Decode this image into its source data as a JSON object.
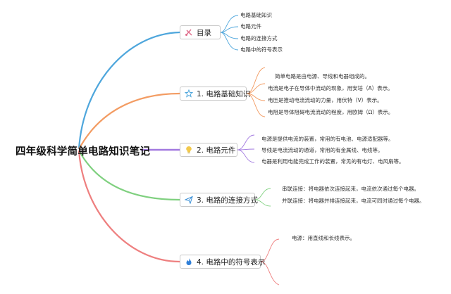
{
  "root": {
    "title": "四年级科学简单电路知识笔记"
  },
  "branches": [
    {
      "label": "目录",
      "icon": "scissors-icon",
      "color": "#4ea6dc",
      "items": [
        "电路基础知识",
        "电路元件",
        "电路的连接方式",
        "电路中的符号表示"
      ]
    },
    {
      "label": "1. 电路基础知识",
      "icon": "star-icon",
      "color": "#f39c63",
      "items": [
        "简单电路是由电源、导线和电器组成的。",
        "电流是电子在导体中流动的现象，用安培（A）表示。",
        "电压是推动电流流动的力量，用伏特（V）表示。",
        "电阻是导体阻碍电流流动的程度，用欧姆（Ω）表示。"
      ]
    },
    {
      "label": "2. 电路元件",
      "icon": "lightbulb-icon",
      "color": "#a279e0",
      "items": [
        "电源是提供电流的装置，常用的有电池、电源适配器等。",
        "导线是电流流动的通道，常用的有金属线、电线等。",
        "电器是利用电能完成工作的装置，常见的有电灯、电风扇等。"
      ]
    },
    {
      "label": "3. 电路的连接方式",
      "icon": "paper-plane-icon",
      "color": "#7fd07f",
      "items": [
        "串联连接：将电器依次连接起来，电流依次通过每个电器。",
        "并联连接：将电器并排连接起来，电流可同时通过每个电器。"
      ]
    },
    {
      "label": "4. 电路中的符号表示",
      "icon": "flame-icon",
      "color": "#ee7f7f",
      "items": [
        "电源：用直线和长线表示。"
      ]
    }
  ]
}
